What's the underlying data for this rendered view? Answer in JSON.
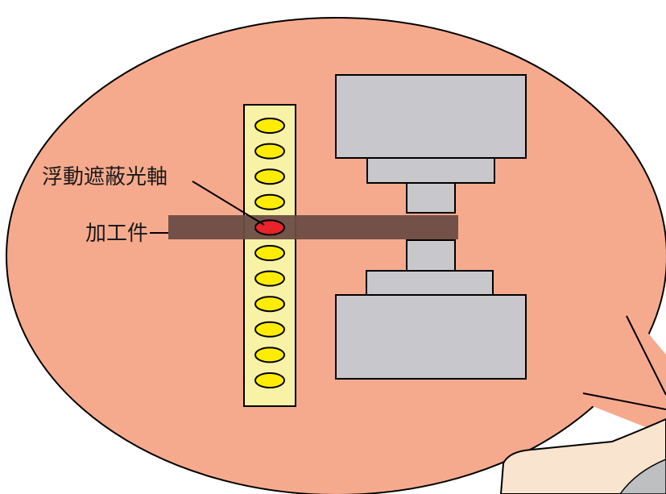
{
  "labels": {
    "floating_blanking_beam": "浮動遮蔽光軸",
    "workpiece": "加工件"
  },
  "colors": {
    "bubble_fill": "#f6aa8d",
    "outline": "#000000",
    "press_gray": "#c8c8cc",
    "light_curtain_fill": "#f7f2a5",
    "beam_active": "#ffed00",
    "beam_blanked": "#e8232a",
    "workpiece": "#6b4c44",
    "hand_skin": "#f9e4cf",
    "glove_gray": "#bdbfc1"
  },
  "light_curtain": {
    "beam_states": [
      "active",
      "active",
      "active",
      "active",
      "blanked",
      "active",
      "active",
      "active",
      "active",
      "active",
      "active"
    ]
  }
}
